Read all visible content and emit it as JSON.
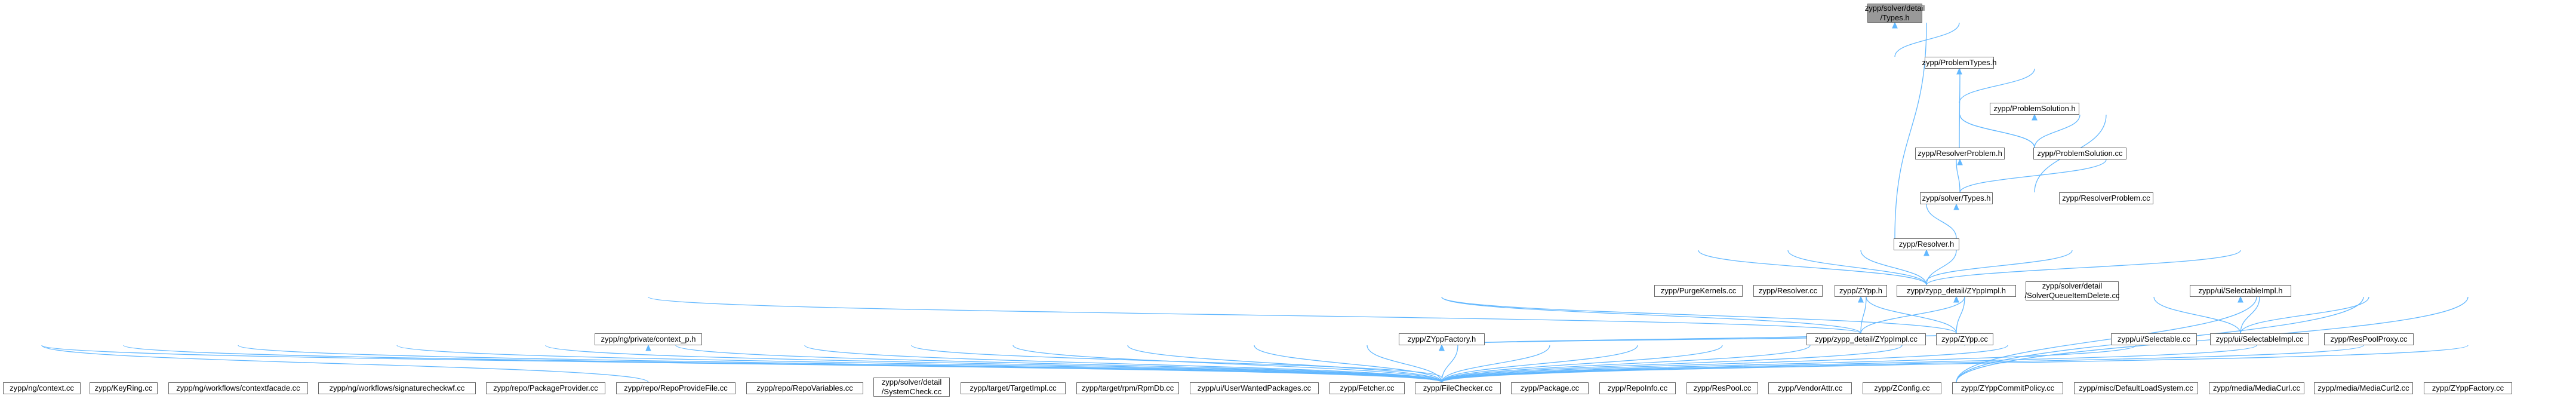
{
  "graph": {
    "edge_color": "#63b8ff",
    "node_border_color": "#666666",
    "focus_fill_color": "#999999",
    "nodes": [
      {
        "id": "types_detail",
        "label": "zypp/solver/detail\n/Types.h",
        "focus": true
      },
      {
        "id": "problemtypes",
        "label": "zypp/ProblemTypes.h"
      },
      {
        "id": "problemsolution_h",
        "label": "zypp/ProblemSolution.h"
      },
      {
        "id": "resolverproblem_h",
        "label": "zypp/ResolverProblem.h"
      },
      {
        "id": "problemsolution_cc",
        "label": "zypp/ProblemSolution.cc"
      },
      {
        "id": "solver_types",
        "label": "zypp/solver/Types.h"
      },
      {
        "id": "resolverproblem_cc",
        "label": "zypp/ResolverProblem.cc"
      },
      {
        "id": "resolver_h",
        "label": "zypp/Resolver.h"
      },
      {
        "id": "purgekernels",
        "label": "zypp/PurgeKernels.cc"
      },
      {
        "id": "resolver_cc",
        "label": "zypp/Resolver.cc"
      },
      {
        "id": "zypp_h",
        "label": "zypp/ZYpp.h"
      },
      {
        "id": "zyppimpl_h",
        "label": "zypp/zypp_detail/ZYppImpl.h"
      },
      {
        "id": "solverqueue",
        "label": "zypp/solver/detail\n/SolverQueueItemDelete.cc"
      },
      {
        "id": "selectableimpl_h",
        "label": "zypp/ui/SelectableImpl.h"
      },
      {
        "id": "context_p",
        "label": "zypp/ng/private/context_p.h"
      },
      {
        "id": "zyppfactory_h",
        "label": "zypp/ZYppFactory.h"
      },
      {
        "id": "zyppimpl_cc",
        "label": "zypp/zypp_detail/ZYppImpl.cc"
      },
      {
        "id": "zypp_cc",
        "label": "zypp/ZYpp.cc"
      },
      {
        "id": "selectable_cc",
        "label": "zypp/ui/Selectable.cc"
      },
      {
        "id": "selectableimpl_cc",
        "label": "zypp/ui/SelectableImpl.cc"
      },
      {
        "id": "respoolproxy",
        "label": "zypp/ResPoolProxy.cc"
      },
      {
        "id": "ng_context",
        "label": "zypp/ng/context.cc"
      },
      {
        "id": "keyring",
        "label": "zypp/KeyRing.cc"
      },
      {
        "id": "contextfacade",
        "label": "zypp/ng/workflows/contextfacade.cc"
      },
      {
        "id": "signaturecheck",
        "label": "zypp/ng/workflows/signaturecheckwf.cc"
      },
      {
        "id": "packageprovider",
        "label": "zypp/repo/PackageProvider.cc"
      },
      {
        "id": "repoprovidefile",
        "label": "zypp/repo/RepoProvideFile.cc"
      },
      {
        "id": "repovariables",
        "label": "zypp/repo/RepoVariables.cc"
      },
      {
        "id": "systemcheck",
        "label": "zypp/solver/detail\n/SystemCheck.cc"
      },
      {
        "id": "targetimpl",
        "label": "zypp/target/TargetImpl.cc"
      },
      {
        "id": "rpmdb",
        "label": "zypp/target/rpm/RpmDb.cc"
      },
      {
        "id": "userwanted",
        "label": "zypp/ui/UserWantedPackages.cc"
      },
      {
        "id": "fetcher",
        "label": "zypp/Fetcher.cc"
      },
      {
        "id": "filechecker",
        "label": "zypp/FileChecker.cc"
      },
      {
        "id": "package_cc",
        "label": "zypp/Package.cc"
      },
      {
        "id": "repoinfo",
        "label": "zypp/RepoInfo.cc"
      },
      {
        "id": "respool",
        "label": "zypp/ResPool.cc"
      },
      {
        "id": "vendorattr",
        "label": "zypp/VendorAttr.cc"
      },
      {
        "id": "zconfig",
        "label": "zypp/ZConfig.cc"
      },
      {
        "id": "zyppcommitpolicy",
        "label": "zypp/ZYppCommitPolicy.cc"
      },
      {
        "id": "defaultloadsystem",
        "label": "zypp/misc/DefaultLoadSystem.cc"
      },
      {
        "id": "mediacurl",
        "label": "zypp/media/MediaCurl.cc"
      },
      {
        "id": "mediacurl2",
        "label": "zypp/media/MediaCurl2.cc"
      },
      {
        "id": "zyppfactory_cc",
        "label": "zypp/ZYppFactory.cc"
      }
    ],
    "edges": [
      [
        "types_detail",
        "problemtypes"
      ],
      [
        "types_detail",
        "resolver_h"
      ],
      [
        "problemtypes",
        "problemsolution_h"
      ],
      [
        "problemtypes",
        "resolverproblem_h"
      ],
      [
        "problemsolution_h",
        "resolverproblem_h"
      ],
      [
        "problemsolution_h",
        "problemsolution_cc"
      ],
      [
        "problemsolution_h",
        "resolverproblem_cc"
      ],
      [
        "resolverproblem_h",
        "problemsolution_h"
      ],
      [
        "resolverproblem_h",
        "solver_types"
      ],
      [
        "resolverproblem_h",
        "resolverproblem_cc"
      ],
      [
        "solver_types",
        "resolver_h"
      ],
      [
        "resolver_h",
        "purgekernels"
      ],
      [
        "resolver_h",
        "resolver_cc"
      ],
      [
        "resolver_h",
        "zypp_h"
      ],
      [
        "resolver_h",
        "zyppimpl_h"
      ],
      [
        "resolver_h",
        "solverqueue"
      ],
      [
        "resolver_h",
        "selectableimpl_h"
      ],
      [
        "zypp_h",
        "context_p"
      ],
      [
        "zypp_h",
        "zyppfactory_h"
      ],
      [
        "zypp_h",
        "zyppimpl_cc"
      ],
      [
        "zypp_h",
        "zypp_cc"
      ],
      [
        "zyppimpl_h",
        "zyppfactory_h"
      ],
      [
        "zyppimpl_h",
        "zyppimpl_cc"
      ],
      [
        "zyppimpl_h",
        "zypp_cc"
      ],
      [
        "zyppimpl_h",
        "mediacurl"
      ],
      [
        "zyppimpl_h",
        "mediacurl2"
      ],
      [
        "zyppimpl_h",
        "zyppfactory_cc"
      ],
      [
        "selectableimpl_h",
        "selectable_cc"
      ],
      [
        "selectableimpl_h",
        "selectableimpl_cc"
      ],
      [
        "selectableimpl_h",
        "respoolproxy"
      ],
      [
        "context_p",
        "ng_context"
      ],
      [
        "zyppfactory_h",
        "ng_context"
      ],
      [
        "zyppfactory_h",
        "keyring"
      ],
      [
        "zyppfactory_h",
        "contextfacade"
      ],
      [
        "zyppfactory_h",
        "signaturecheck"
      ],
      [
        "zyppfactory_h",
        "packageprovider"
      ],
      [
        "zyppfactory_h",
        "repoprovidefile"
      ],
      [
        "zyppfactory_h",
        "repovariables"
      ],
      [
        "zyppfactory_h",
        "systemcheck"
      ],
      [
        "zyppfactory_h",
        "targetimpl"
      ],
      [
        "zyppfactory_h",
        "rpmdb"
      ],
      [
        "zyppfactory_h",
        "userwanted"
      ],
      [
        "zyppfactory_h",
        "fetcher"
      ],
      [
        "zyppfactory_h",
        "filechecker"
      ],
      [
        "zyppfactory_h",
        "package_cc"
      ],
      [
        "zyppfactory_h",
        "repoinfo"
      ],
      [
        "zyppfactory_h",
        "respool"
      ],
      [
        "zyppfactory_h",
        "vendorattr"
      ],
      [
        "zyppfactory_h",
        "zconfig"
      ],
      [
        "zyppfactory_h",
        "zyppcommitpolicy"
      ],
      [
        "zyppfactory_h",
        "defaultloadsystem"
      ],
      [
        "zyppfactory_h",
        "mediacurl"
      ],
      [
        "zyppfactory_h",
        "mediacurl2"
      ],
      [
        "zyppfactory_h",
        "zyppfactory_cc"
      ],
      [
        "zyppfactory_h",
        "zyppimpl_cc"
      ],
      [
        "zyppfactory_h",
        "zypp_cc"
      ]
    ]
  }
}
